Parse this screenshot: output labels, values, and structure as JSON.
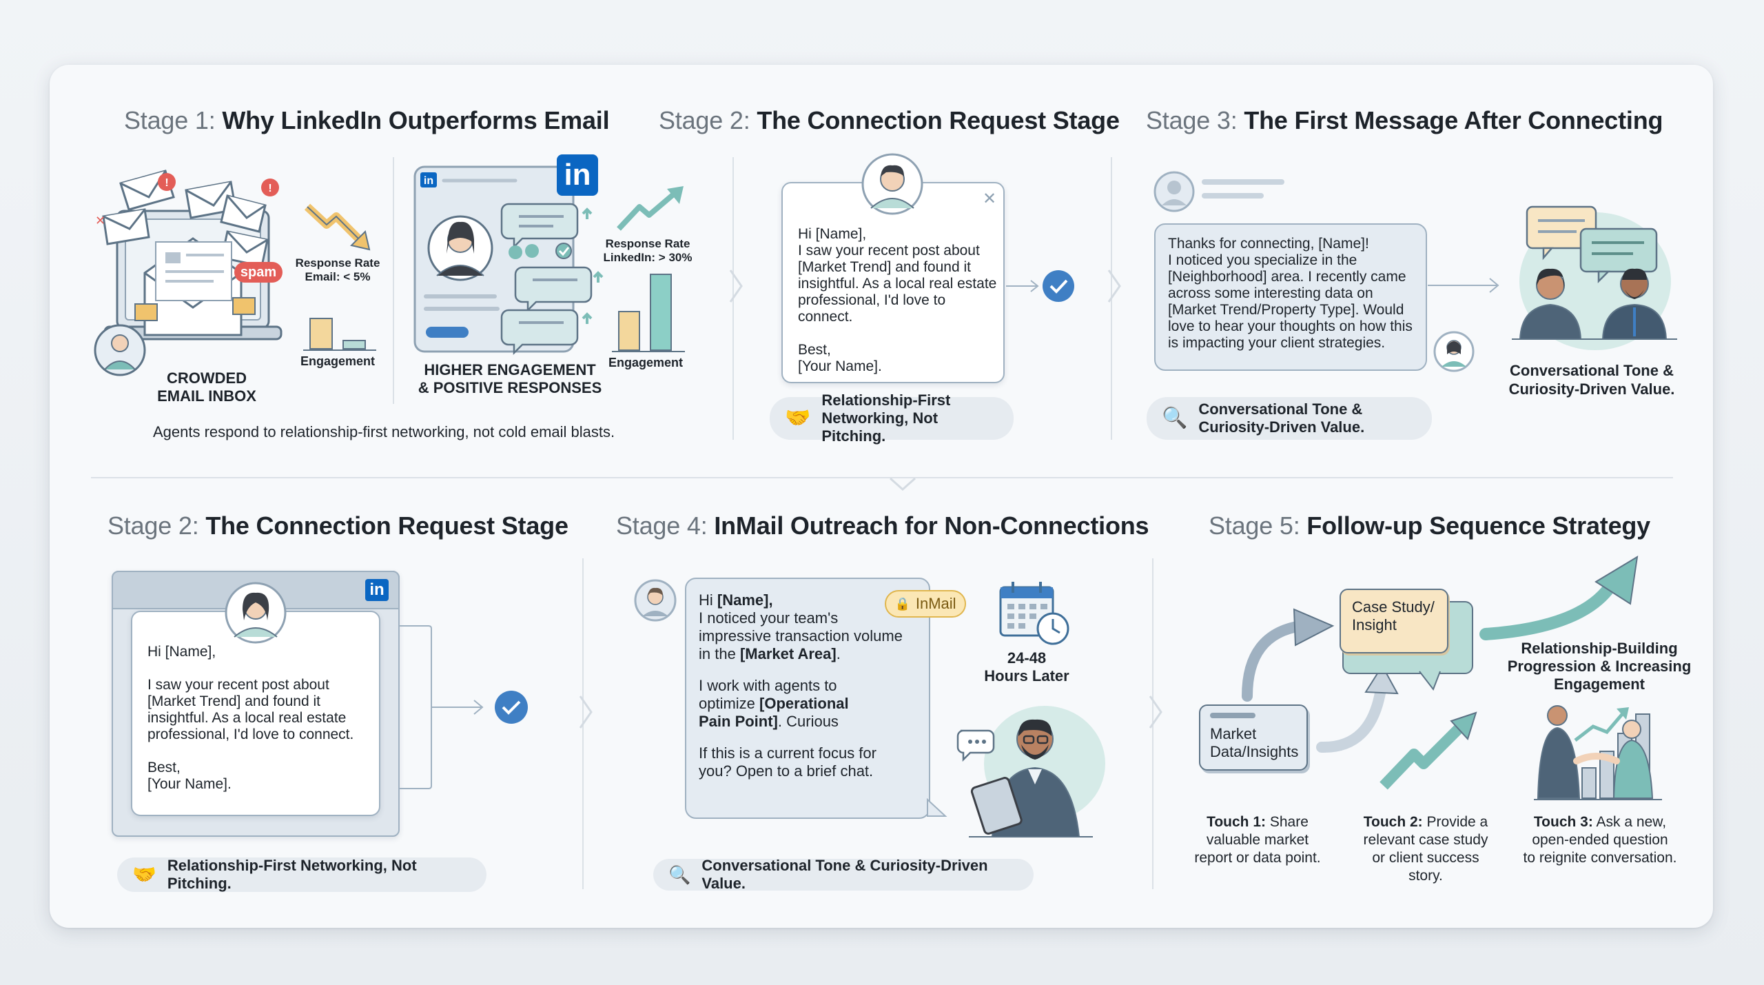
{
  "colors": {
    "teal": "#7cbdb7",
    "blue": "#3f7fc4",
    "linkedin": "#0a66c2",
    "red": "#e35d57",
    "card": "#f7f9fb"
  },
  "stage1": {
    "prefix": "Stage 1:",
    "title": "Why LinkedIn Outperforms Email",
    "spam": "spam",
    "email_rate_title": "Response Rate",
    "email_rate_value": "Email: < 5%",
    "email_engagement": "Engagement",
    "inbox_label_1": "CROWDED",
    "inbox_label_2": "EMAIL INBOX",
    "linkedin_logo": "in",
    "li_rate_title": "Response Rate",
    "li_rate_value": "LinkedIn: > 30%",
    "li_engagement": "Engagement",
    "li_label_1": "HIGHER ENGAGEMENT",
    "li_label_2": "& POSITIVE RESPONSES",
    "caption": "Agents respond to relationship-first networking, not cold email blasts."
  },
  "stage2_top": {
    "prefix": "Stage 2:",
    "title": "The Connection Request Stage",
    "message": "Hi [Name],\nI saw your recent post about\n[Market Trend] and found it\ninsightful. As a local real estate\nprofessional, I'd love to\nconnect.\n\nBest,\n[Your Name].",
    "pill_1": "Relationship-First",
    "pill_2": "Networking, Not Pitching."
  },
  "stage3": {
    "prefix": "Stage 3:",
    "title": "The First Message After Connecting",
    "message": "Thanks for connecting, [Name]!\nI noticed you specialize in the\n[Neighborhood] area. I recently came\nacross some interesting data on\n[Market Trend/Property Type]. Would\nlove to hear your thoughts on how this\nis impacting your client strategies.",
    "pill_1": "Conversational Tone &",
    "pill_2": "Curiosity-Driven Value.",
    "caption_1": "Conversational Tone &",
    "caption_2": "Curiosity-Driven Value."
  },
  "stage2_bottom": {
    "prefix": "Stage 2:",
    "title": "The Connection Request Stage",
    "linkedin_logo": "in",
    "message": "Hi [Name],\n\nI saw your recent post about\n[Market Trend] and found it\ninsightful.  As a local real estate\nprofessional, I'd love to connect.\n\nBest,\n[Your Name].",
    "pill": "Relationship-First Networking, Not Pitching."
  },
  "stage4": {
    "prefix": "Stage 4:",
    "title": "InMail Outreach for Non-Connections",
    "inmail_badge": "InMail",
    "msg_hi": "Hi ",
    "msg_name": "[Name]",
    "msg_comma": ",",
    "msg_line2": "I noticed your team's",
    "msg_line3": "impressive transaction volume",
    "msg_line4a": "in the ",
    "msg_line4b": "[Market Area]",
    "msg_line4c": ".",
    "msg_line5": "I work with agents to",
    "msg_line6a": "optimize ",
    "msg_line6b": "[Operational",
    "msg_line7b": "Pain Point]",
    "msg_line7c": ". Curious",
    "msg_line8": "If this is a current focus for",
    "msg_line9": "you? Open to a brief chat.",
    "wait_1": "24-48",
    "wait_2": "Hours Later",
    "pill": "Conversational Tone & Curiosity-Driven Value."
  },
  "stage5": {
    "prefix": "Stage 5:",
    "title": "Follow-up Sequence Strategy",
    "box_market_1": "Market",
    "box_market_2": "Data/Insights",
    "box_case_1": "Case Study/",
    "box_case_2": "Insight",
    "progress_1": "Relationship-Building",
    "progress_2": "Progression & Increasing",
    "progress_3": "Engagement",
    "touch1_a": "Touch 1:",
    "touch1_b": " Share",
    "touch1_c": "valuable market",
    "touch1_d": "report or data point.",
    "touch2_a": "Touch 2:",
    "touch2_b": " Provide a",
    "touch2_c": "relevant case study",
    "touch2_d": "or client success",
    "touch2_e": "story.",
    "touch3_a": "Touch 3:",
    "touch3_b": " Ask a new,",
    "touch3_c": "open-ended question",
    "touch3_d": "to reignite conversation."
  }
}
